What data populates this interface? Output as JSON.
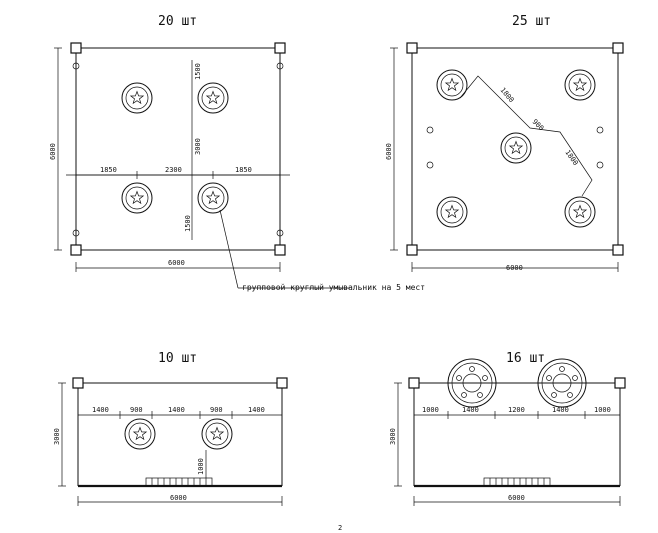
{
  "plans": {
    "p20": {
      "title": "20 шт",
      "dim_bottom": "6000",
      "dim_left": "6000",
      "dim_row": [
        "1850",
        "2300",
        "1850"
      ],
      "dim_v_top": "1500",
      "dim_v_mid": "3000",
      "dim_v_bot": "1500"
    },
    "p25": {
      "title": "25 шт",
      "dim_bottom": "6000",
      "dim_left": "6000",
      "dim_diag": [
        "1800",
        "900",
        "1800"
      ]
    },
    "p10": {
      "title": "10 шт",
      "dim_bottom": "6000",
      "dim_left": "3000",
      "dim_row": [
        "1400",
        "900",
        "1400",
        "900",
        "1400"
      ],
      "dim_v_small": "1000"
    },
    "p16": {
      "title": "16 шт",
      "dim_bottom": "6000",
      "dim_left": "3000",
      "dim_row": [
        "1000",
        "1400",
        "1200",
        "1400",
        "1000"
      ]
    }
  },
  "callout": "групповой круглый умывальник на 5 мест",
  "page_number": "2"
}
